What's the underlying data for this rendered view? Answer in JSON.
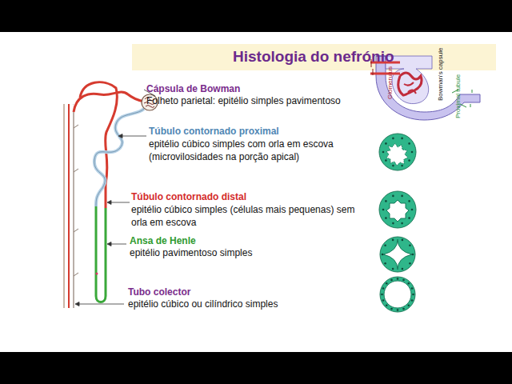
{
  "diagram": {
    "title": "Histologia do nefrónio",
    "labels": [
      "Cápsula de Bowman",
      "Folheto parietal: epitélio simples pavimentoso",
      "Túbulo contornado proximal",
      "epitélio cúbico simples com orla em escova (microvilosidades na porção apical)",
      "Túbulo contornado distal",
      "epitélio cúbico simples (células mais pequenas) sem orla em escova",
      "Ansa de Henle",
      "epitélio pavimentoso simples",
      "Tubo colector",
      "epitélio cúbico ou cilíndrico simples",
      "Glomerulus",
      "Bowman's capsule",
      "Proximal tubule"
    ]
  }
}
